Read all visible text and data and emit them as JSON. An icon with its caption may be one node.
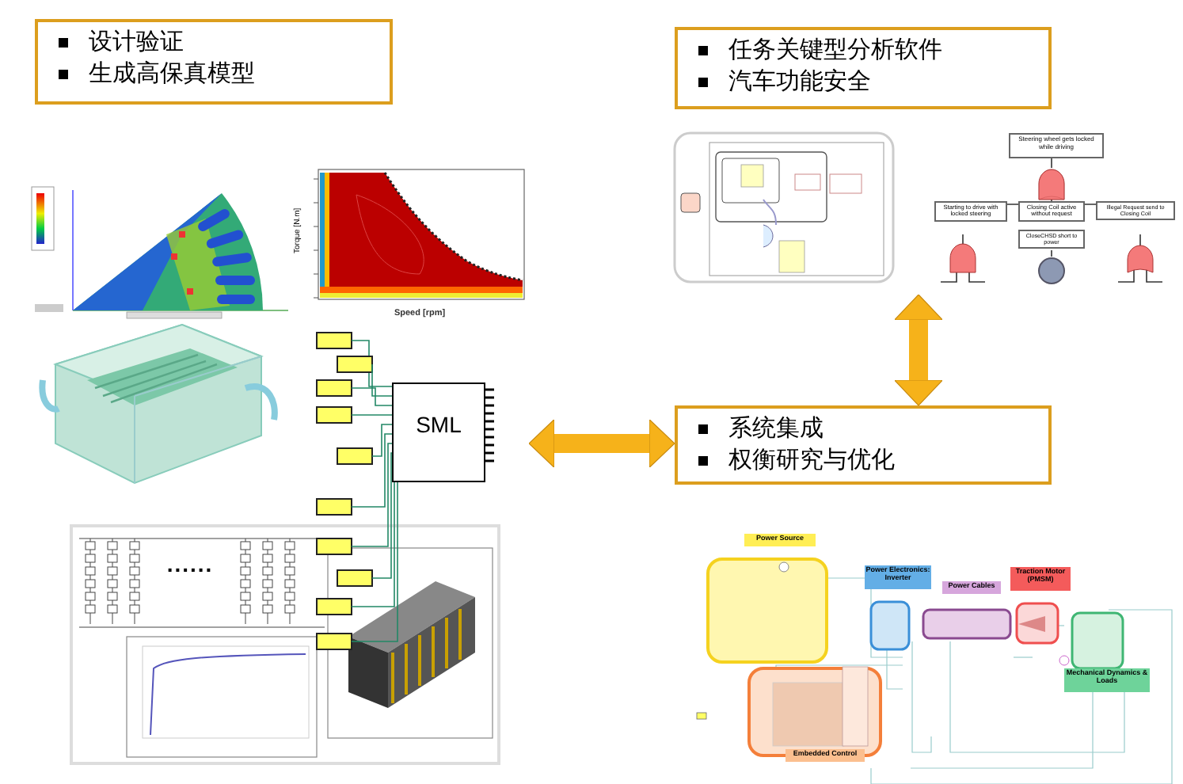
{
  "diagram": {
    "nodes": [
      {
        "text": [
          "设计验证",
          "生成高保真模型"
        ]
      },
      {
        "text": [
          "任务关键型分析软件",
          "汽车功能安全"
        ]
      },
      {
        "text": [
          "系统集成",
          "权衡研究与优化"
        ]
      },
      {
        "text": [],
        "shape": "picture"
      },
      {
        "text": [],
        "shape": "picture"
      }
    ],
    "edges": [
      {
        "from": 3,
        "to": 2,
        "arrow": "both"
      },
      {
        "from": 4,
        "to": 2,
        "arrow": "both"
      }
    ],
    "labels": [
      "Torque [N.m]",
      "Speed [rpm]",
      "SML",
      "......",
      "Steering wheel gets locked while driving",
      "Starting to drive with locked steering",
      "Closing Coil active without request",
      "Illegal Request send to Closing Coil",
      "CloseCHSD short to power",
      "Power Source",
      "Power Electronics: Inverter",
      "Power Cables",
      "Traction Motor (PMSM)",
      "Mechanical Dynamics & Loads",
      "Embedded Control"
    ]
  }
}
